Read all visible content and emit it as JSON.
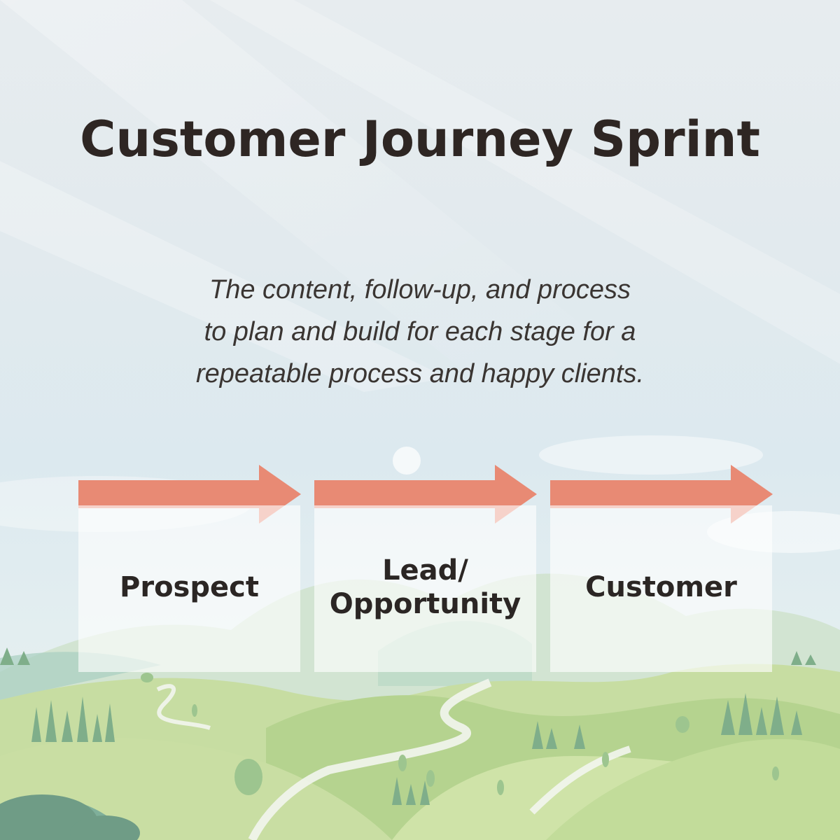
{
  "title": "Customer Journey Sprint",
  "subtitle": {
    "line1": "The content, follow-up, and process",
    "line2": "to plan and build for each stage for a",
    "line3": "repeatable process and happy clients."
  },
  "stages": [
    {
      "line1": "Prospect",
      "line2": ""
    },
    {
      "line1": "Lead/",
      "line2": "Opportunity"
    },
    {
      "line1": "Customer",
      "line2": ""
    }
  ],
  "colors": {
    "arrow": "#e88a74",
    "title": "#2e2623",
    "hill_light": "#c9dea3",
    "hill_mid": "#a9cc88",
    "hill_dark": "#8fba7c",
    "tree": "#7fae8a"
  },
  "icons": [
    "arrow-right-icon",
    "landscape-illustration",
    "sun-icon"
  ]
}
